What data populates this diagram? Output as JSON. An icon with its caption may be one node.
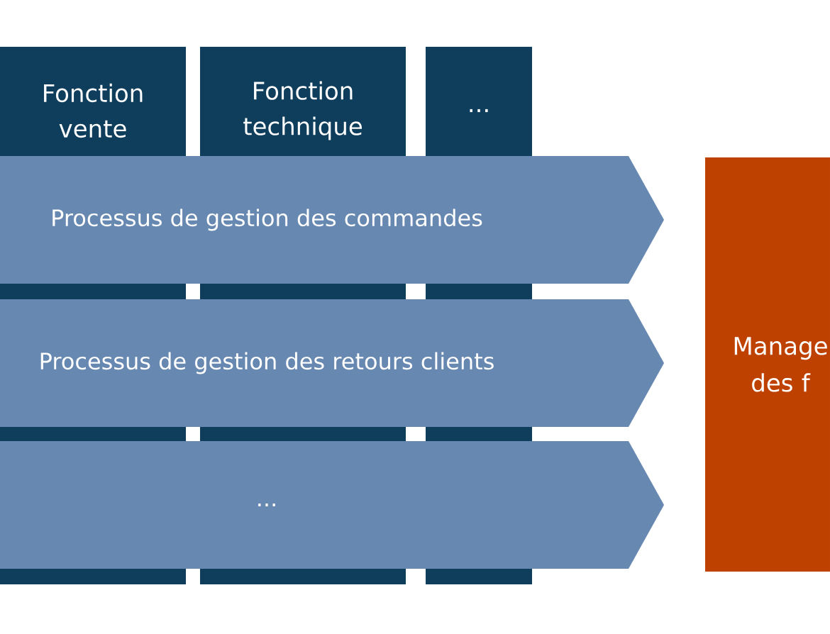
{
  "diagram": {
    "nodes": [
      {
        "text": [
          "Fonction vente"
        ]
      },
      {
        "text": [
          "Fonction technique"
        ]
      },
      {
        "text": [
          "..."
        ]
      },
      {
        "text": [
          "Processus de gestion des commandes"
        ]
      },
      {
        "text": [
          "Processus de gestion des retours clients"
        ]
      },
      {
        "text": [
          "..."
        ]
      },
      {
        "text": [
          "Manage des f"
        ]
      }
    ]
  }
}
